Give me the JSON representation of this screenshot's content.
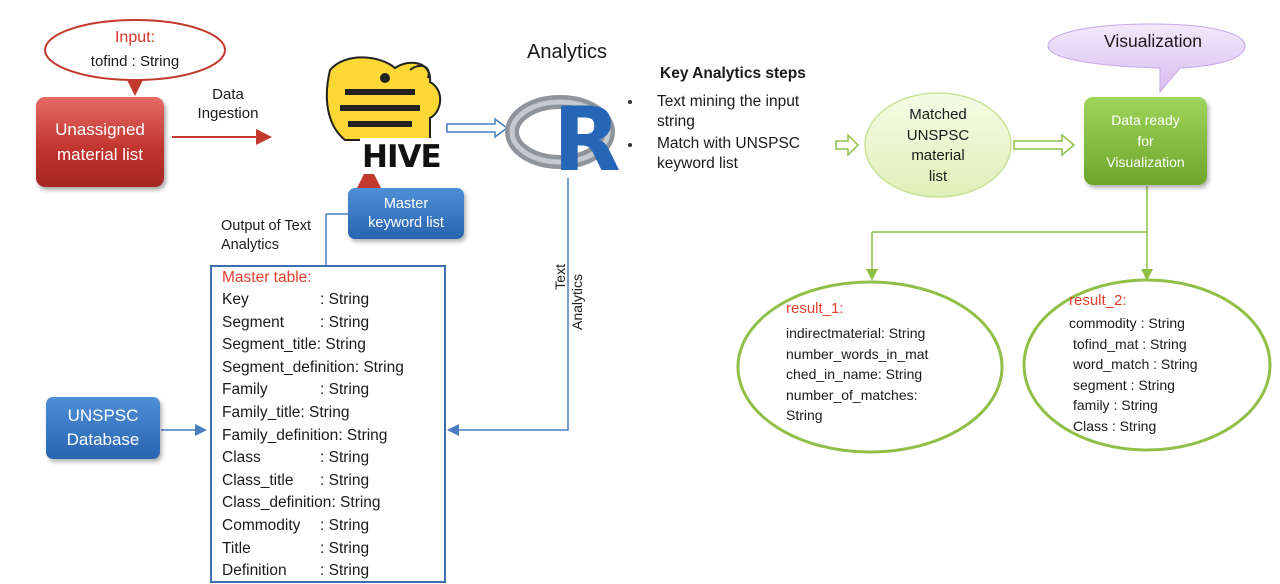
{
  "input_callout": {
    "title": "Input:",
    "value": "tofind : String"
  },
  "unassigned": {
    "line1": "Unassigned",
    "line2": "material list"
  },
  "data_ingestion": {
    "line1": "Data",
    "line2": "Ingestion"
  },
  "hive_logo": {
    "text": "HIVE"
  },
  "master_keyword": {
    "line1": "Master",
    "line2": "keyword list"
  },
  "output_text": {
    "line1": "Output of Text",
    "line2": "Analytics"
  },
  "analytics_title": "Analytics",
  "r_logo": {
    "text": "R"
  },
  "text_analytics_vertical": {
    "line1": "Text",
    "line2": "Analytics"
  },
  "key_steps": {
    "title": "Key Analytics  steps",
    "bullets": [
      {
        "l1": "Text mining the input",
        "l2": "string"
      },
      {
        "l1": "Match with UNSPSC",
        "l2": "keyword list"
      }
    ]
  },
  "matched": {
    "l1": "Matched",
    "l2": "UNSPSC",
    "l3": "material",
    "l4": "list"
  },
  "data_ready": {
    "l1": "Data ready",
    "l2": "for",
    "l3": "Visualization"
  },
  "visualization_callout": "Visualization",
  "unspsc_db": {
    "line1": "UNSPSC",
    "line2": "Database"
  },
  "master_table": {
    "title": "Master table:",
    "rows": [
      {
        "name": "Key",
        "type": ": String"
      },
      {
        "name": "Segment",
        "type": ": String"
      },
      {
        "name": "Segment_title",
        "type": ": String"
      },
      {
        "name": "Segment_definition",
        "type": ": String"
      },
      {
        "name": "Family",
        "type": ": String"
      },
      {
        "name": "Family_title",
        "type": ": String"
      },
      {
        "name": "Family_definition",
        "type": ": String"
      },
      {
        "name": "Class",
        "type": ": String"
      },
      {
        "name": "Class_title",
        "type": ": String"
      },
      {
        "name": "Class_definition",
        "type": ": String"
      },
      {
        "name": "Commodity",
        "type": ": String"
      },
      {
        "name": "Title",
        "type": ": String"
      },
      {
        "name": "Definition",
        "type": ": String"
      }
    ]
  },
  "result_1": {
    "title": "result_1:",
    "lines": [
      "indirectmaterial:  String",
      "number_words_in_mat",
      "ched_in_name:  String",
      "number_of_matches:",
      "String"
    ]
  },
  "result_2": {
    "title": "result_2:",
    "lines": [
      "commodity  : String",
      "tofind_mat  : String",
      "word_match  : String",
      "segment : String",
      "family : String",
      "Class : String"
    ]
  },
  "colors": {
    "red_box": "#c0322d",
    "blue_box": "#2964b0",
    "green_box": "#6ea62c",
    "callout_fill": "#e6d3f5",
    "title_red": "#e0412c",
    "green_line": "#8fbf46"
  }
}
